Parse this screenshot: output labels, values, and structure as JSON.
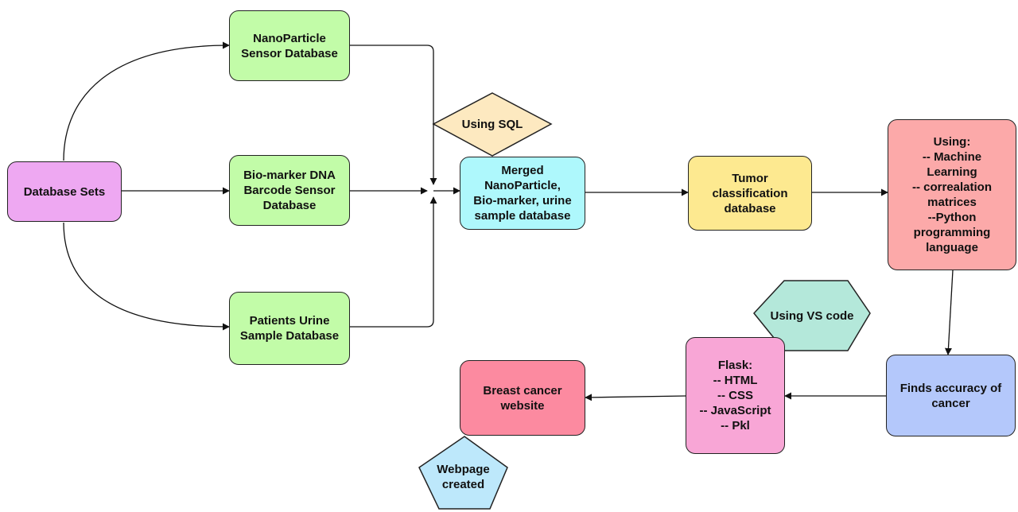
{
  "nodes": {
    "database_sets": {
      "lines": [
        "Database Sets"
      ],
      "color": "#eea8f2"
    },
    "nanoparticle_db": {
      "lines": [
        "NanoParticle",
        "Sensor Database"
      ],
      "color": "#c2fca8"
    },
    "biomarker_db": {
      "lines": [
        "Bio-marker DNA",
        "Barcode Sensor",
        "Database"
      ],
      "color": "#c2fca8"
    },
    "urine_db": {
      "lines": [
        "Patients Urine",
        "Sample Database"
      ],
      "color": "#c2fca8"
    },
    "merged_db": {
      "lines": [
        "Merged",
        "NanoParticle,",
        "Bio-marker, urine",
        "sample database"
      ],
      "color": "#aef8fc"
    },
    "tumor_db": {
      "lines": [
        "Tumor",
        "classification",
        "database"
      ],
      "color": "#fde990"
    },
    "using_ml": {
      "lines": [
        "Using:",
        "-- Machine",
        "Learning",
        "-- correalation",
        "matrices",
        "--Python",
        "programming",
        "language"
      ],
      "color": "#fca9a9"
    },
    "finds_accuracy": {
      "lines": [
        "Finds accuracy of",
        "cancer"
      ],
      "color": "#b4c8fb"
    },
    "flask": {
      "lines": [
        "Flask:",
        "-- HTML",
        "-- CSS",
        "-- JavaScript",
        "-- Pkl"
      ],
      "color": "#f8a6d6"
    },
    "website": {
      "lines": [
        "Breast cancer",
        "website"
      ],
      "color": "#fc8aa0"
    }
  },
  "annotations": {
    "using_sql": {
      "lines": [
        "Using SQL"
      ],
      "color": "#fde9c0"
    },
    "using_vscode": {
      "lines": [
        "Using VS code"
      ],
      "color": "#b4e8da"
    },
    "webpage_created": {
      "lines": [
        "Webpage",
        "created"
      ],
      "color": "#bde8fb"
    }
  }
}
